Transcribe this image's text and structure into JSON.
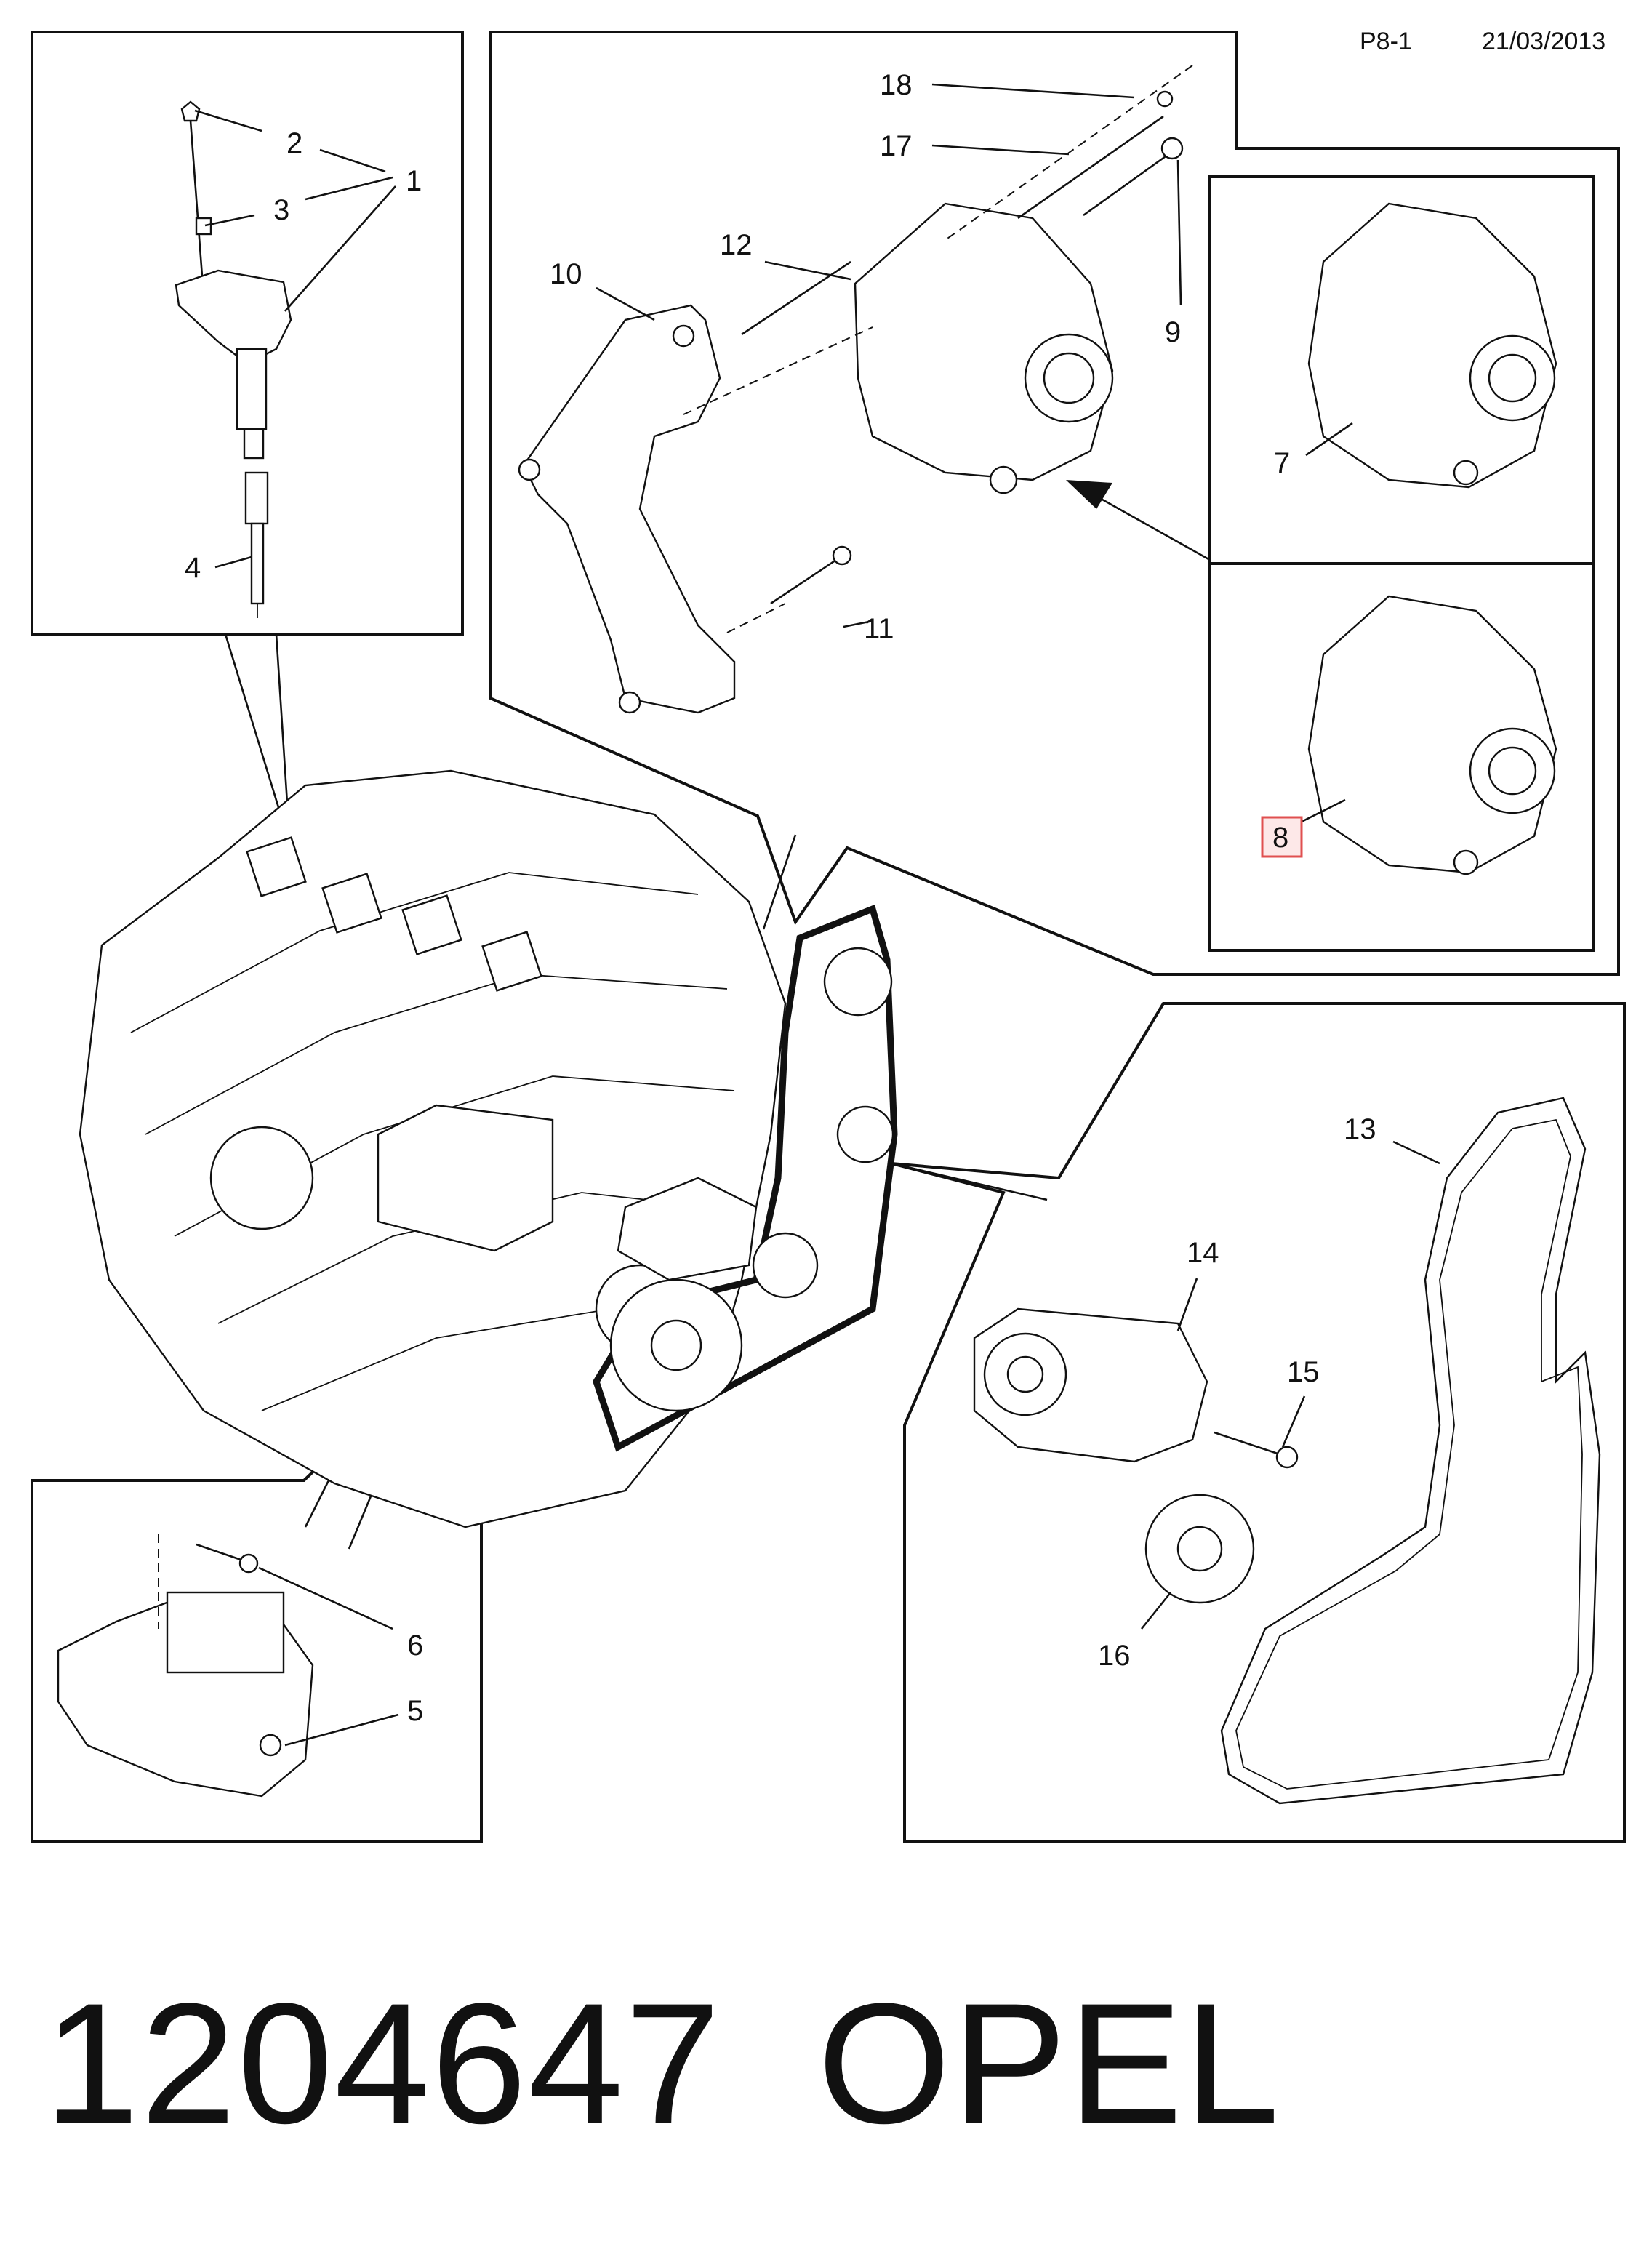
{
  "header": {
    "sheet": "P8-1",
    "date": "21/03/2013"
  },
  "callouts": {
    "c1": "1",
    "c2": "2",
    "c3": "3",
    "c4": "4",
    "c5": "5",
    "c6": "6",
    "c7": "7",
    "c8": "8",
    "c9": "9",
    "c10": "10",
    "c11": "11",
    "c12": "12",
    "c13": "13",
    "c14": "14",
    "c15": "15",
    "c16": "16",
    "c17": "17",
    "c18": "18"
  },
  "highlighted_callout": "8",
  "highlight_color": "#e05050",
  "footer": {
    "part_number": "1204647",
    "brand": "OPEL"
  }
}
